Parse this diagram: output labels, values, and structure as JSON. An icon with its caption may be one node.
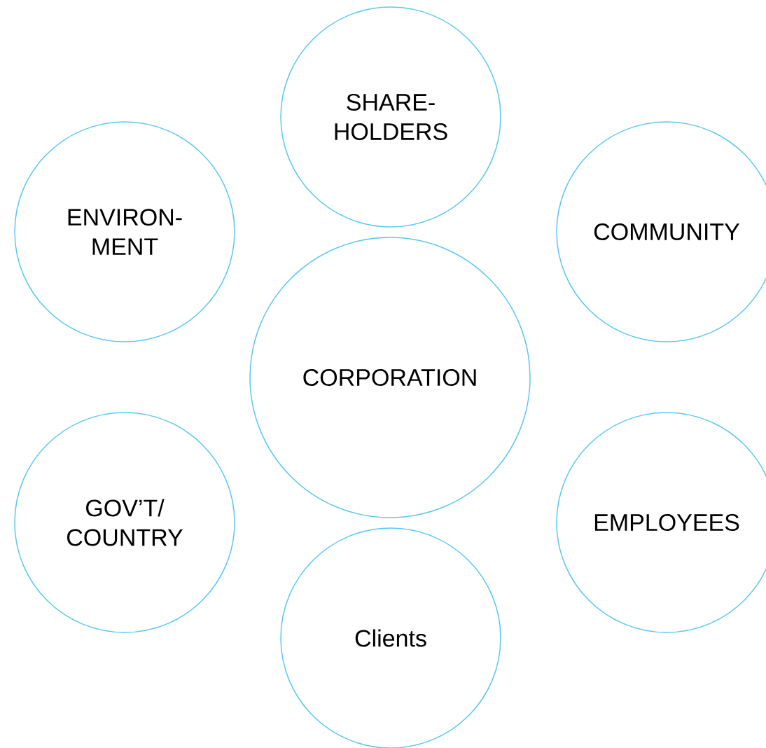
{
  "diagram": {
    "nodes": [
      {
        "text": [
          "SHARE- HOLDERS"
        ]
      },
      {
        "text": [
          "ENVIRON- MENT"
        ]
      },
      {
        "text": [
          "COMMUNITY"
        ]
      },
      {
        "text": [
          "CORPORATION"
        ]
      },
      {
        "text": [
          "GOV’T/ COUNTRY"
        ]
      },
      {
        "text": [
          "EMPLOYEES"
        ]
      },
      {
        "text": [
          "Clients"
        ]
      }
    ]
  }
}
